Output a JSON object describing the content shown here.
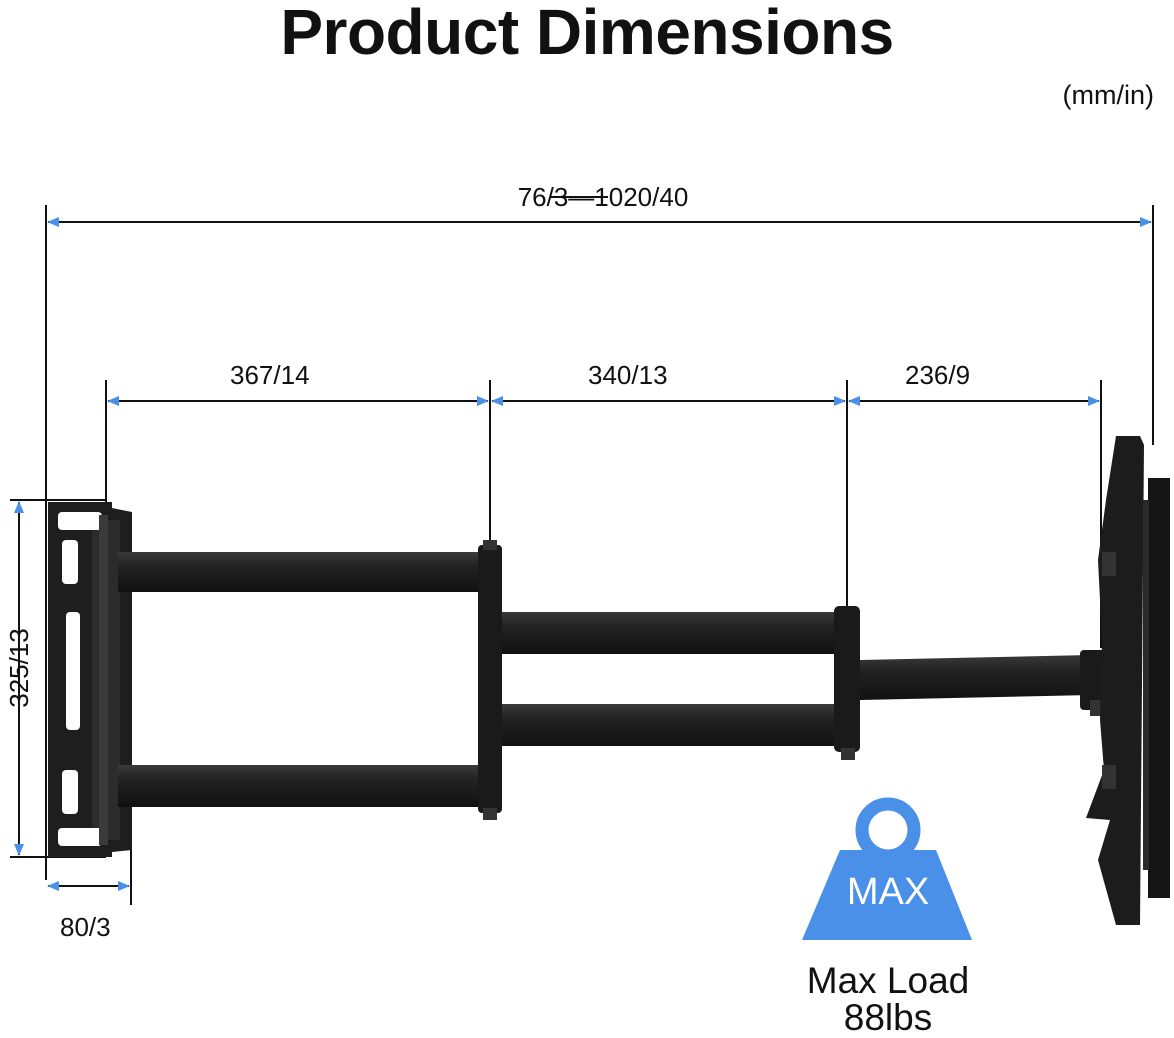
{
  "title": "Product Dimensions",
  "unit": "(mm/in)",
  "dimensions": {
    "overall": "76/3—1020/40",
    "arm_section_1": "367/14",
    "arm_section_2": "340/13",
    "arm_section_3": "236/9",
    "wall_plate_height": "325/13",
    "wall_plate_depth": "80/3"
  },
  "weight_badge": {
    "label": "MAX",
    "caption_line1": "Max Load",
    "caption_line2": "88lbs",
    "color": "#4a90e8"
  },
  "colors": {
    "arrow": "#4a90e8",
    "hardware": "#1c1c1c",
    "text": "#111111"
  }
}
